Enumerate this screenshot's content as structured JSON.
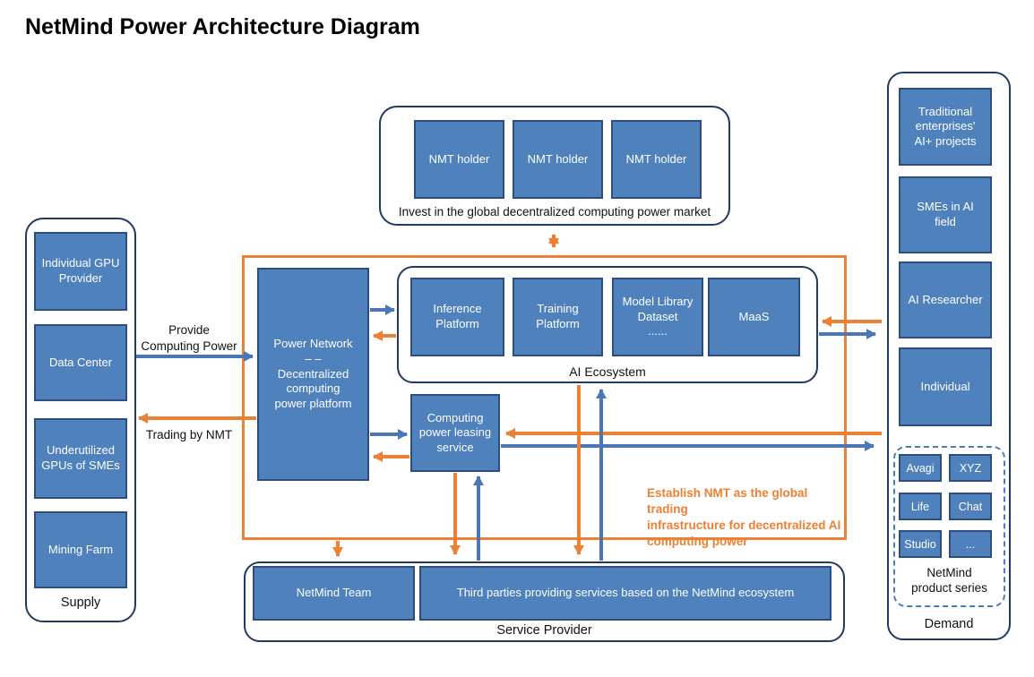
{
  "title": "NetMind Power Architecture Diagram",
  "labels": {
    "provide_computing_power": "Provide\nComputing Power",
    "trading_by_nmt": "Trading by NMT",
    "establish_note": "Establish NMT as the global trading\ninfrastructure for decentralized AI\ncomputing power"
  },
  "supply": {
    "label": "Supply",
    "boxes": [
      "Individual GPU\nProvider",
      "Data Center",
      "Underutilized\nGPUs of SMEs",
      "Mining Farm"
    ]
  },
  "invest": {
    "caption": "Invest in the global decentralized computing power market",
    "boxes": [
      "NMT holder",
      "NMT holder",
      "NMT holder"
    ]
  },
  "power_network": {
    "text": "Power Network\n– –\nDecentralized\ncomputing\npower platform"
  },
  "ai_ecosystem": {
    "label": "AI Ecosystem",
    "boxes": [
      "Inference\nPlatform",
      "Training\nPlatform",
      "Model Library\nDataset\n......",
      "MaaS"
    ]
  },
  "leasing": {
    "text": "Computing\npower leasing\nservice"
  },
  "service_provider": {
    "label": "Service Provider",
    "boxes": [
      "NetMind Team",
      "Third parties providing services based on the NetMind ecosystem"
    ]
  },
  "demand": {
    "label": "Demand",
    "boxes": [
      "Traditional\nenterprises'\nAI+ projects",
      "SMEs in AI\nfield",
      "AI Researcher",
      "Individual"
    ],
    "product_series": {
      "label": "NetMind\nproduct series",
      "products": [
        "Avagi",
        "XYZ",
        "Life",
        "Chat",
        "Studio",
        "..."
      ]
    }
  },
  "colors": {
    "box_fill": "#4F81BD",
    "box_border": "#2C4D7E",
    "container_border": "#203A60",
    "dashed_border": "#4A7EBB",
    "arrow_blue": "#4A77B5",
    "orange": "#EC8033"
  }
}
